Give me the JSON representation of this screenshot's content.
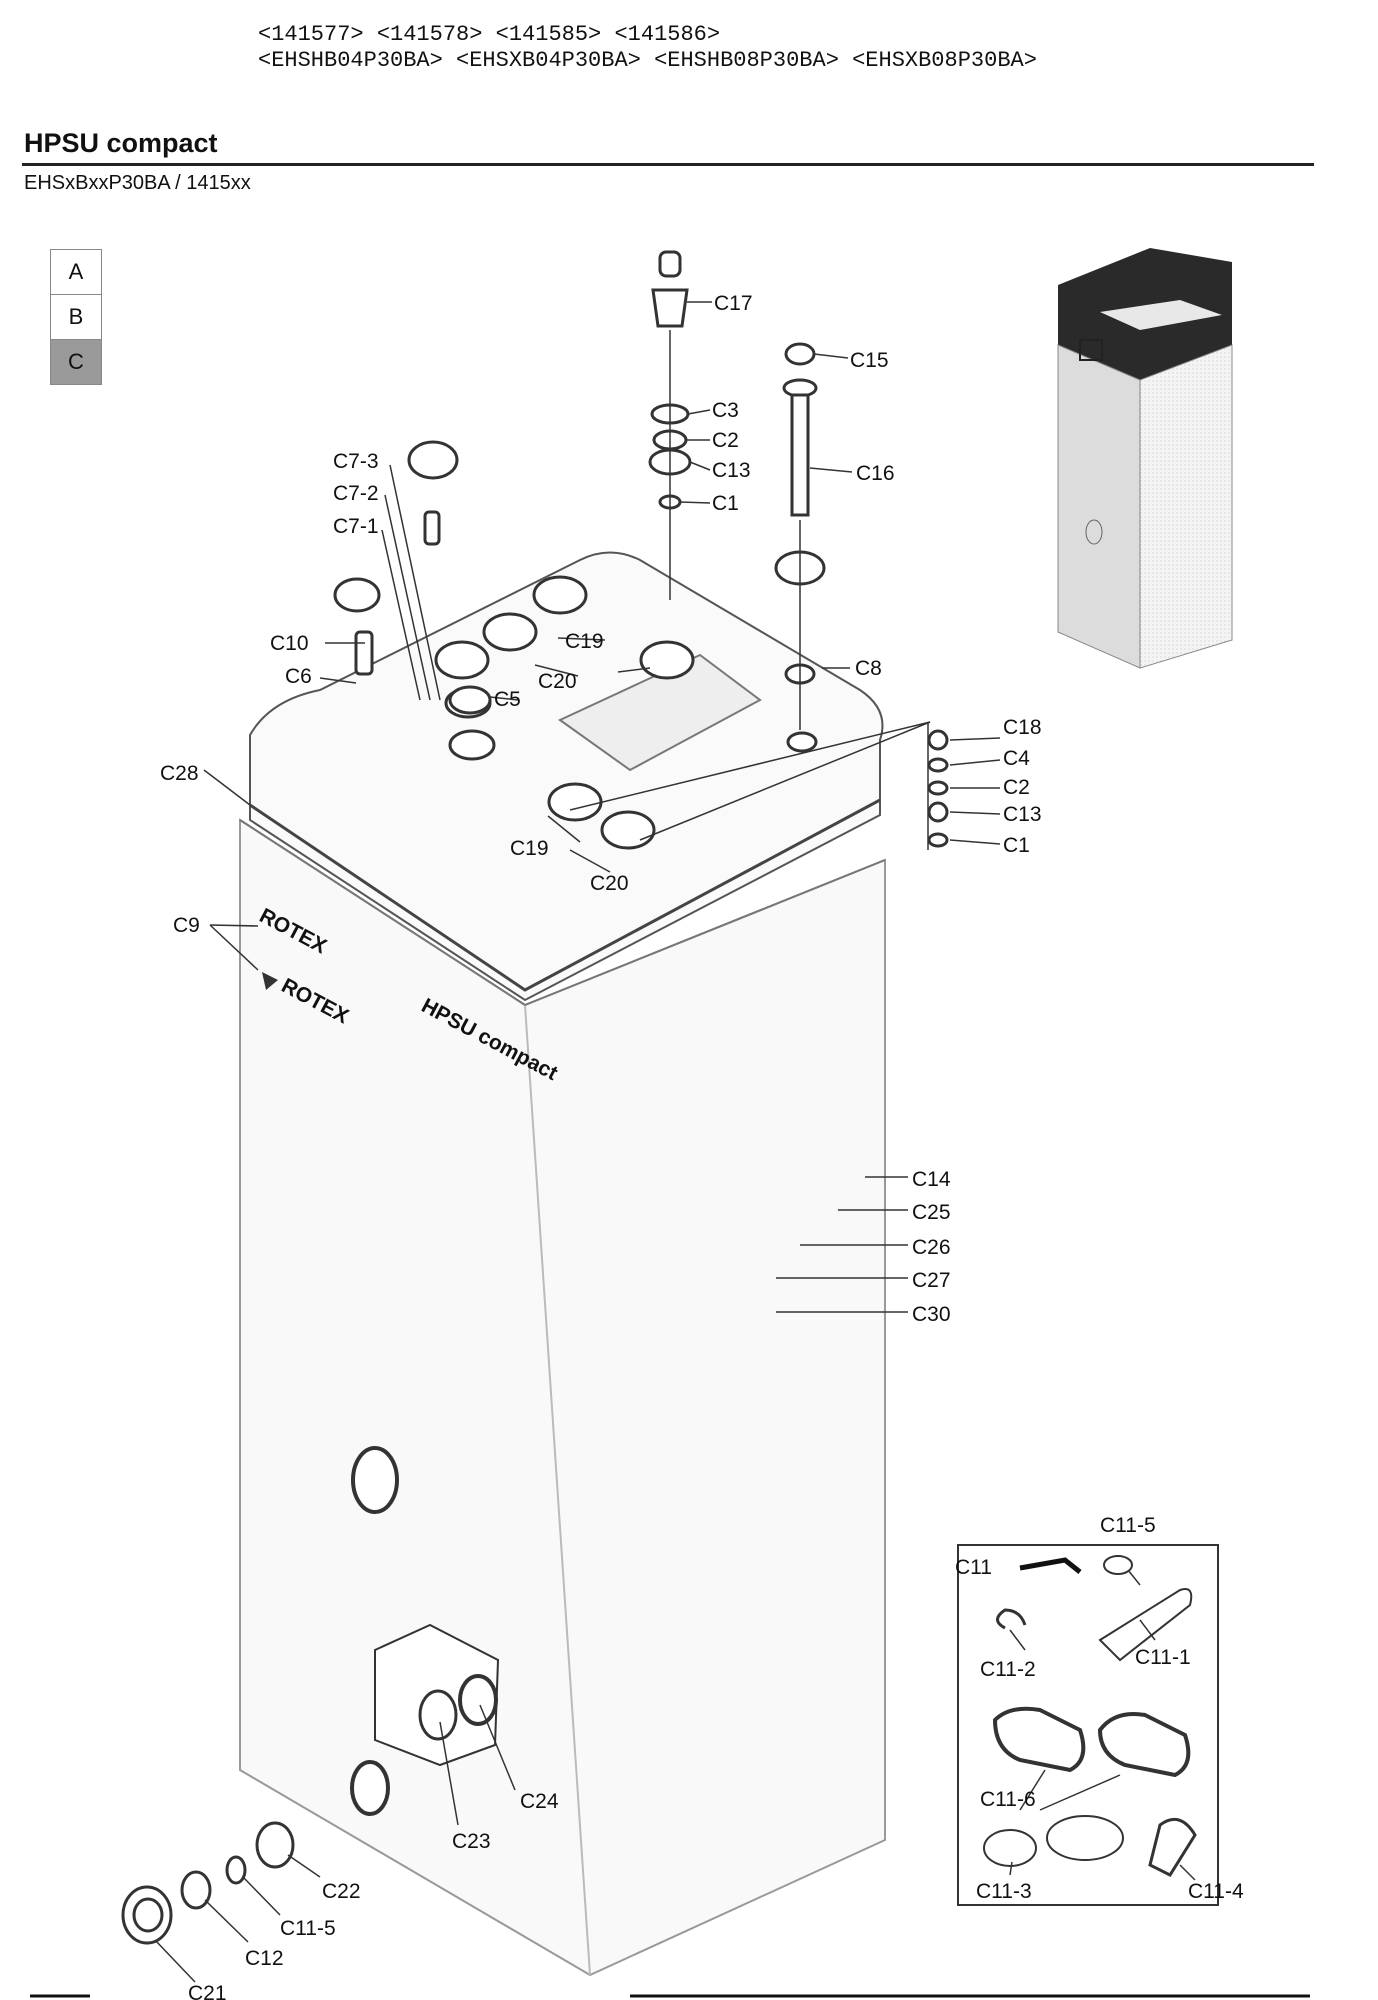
{
  "header": {
    "part_numbers": "<141577> <141578> <141585> <141586>",
    "model_numbers": "<EHSHB04P30BA> <EHSXB04P30BA> <EHSHB08P30BA> <EHSXB08P30BA>"
  },
  "title": "HPSU compact",
  "subtitle": "EHSxBxxP30BA / 1415xx",
  "selector": {
    "items": [
      "A",
      "B",
      "C"
    ],
    "active": "C"
  },
  "unit_texts": {
    "brand": "ROTEX",
    "product": "HPSU compact",
    "logo_text": "ROTEX"
  },
  "labels": {
    "C17": "C17",
    "C15": "C15",
    "C3a": "C3",
    "C2a": "C2",
    "C13a": "C13",
    "C1a": "C1",
    "C16": "C16",
    "C7_3": "C7-3",
    "C7_2": "C7-2",
    "C7_1": "C7-1",
    "C10": "C10",
    "C6": "C6",
    "C19a": "C19",
    "C20a": "C20",
    "C5": "C5",
    "C8": "C8",
    "C28": "C28",
    "C18": "C18",
    "C4": "C4",
    "C2b": "C2",
    "C13b": "C13",
    "C1b": "C1",
    "C19b": "C19",
    "C20b": "C20",
    "C9": "C9",
    "C14": "C14",
    "C25": "C25",
    "C26": "C26",
    "C27": "C27",
    "C30": "C30",
    "C24": "C24",
    "C23": "C23",
    "C22": "C22",
    "C11_5a": "C11-5",
    "C12": "C12",
    "C21": "C21",
    "C11_5b": "C11-5",
    "C11": "C11",
    "C11_2": "C11-2",
    "C11_1": "C11-1",
    "C11_6": "C11-6",
    "C11_3": "C11-3",
    "C11_4": "C11-4"
  },
  "colors": {
    "active_tab": "#9a9a9a",
    "housing": "#ececec",
    "lid": "#2a2a2a"
  }
}
